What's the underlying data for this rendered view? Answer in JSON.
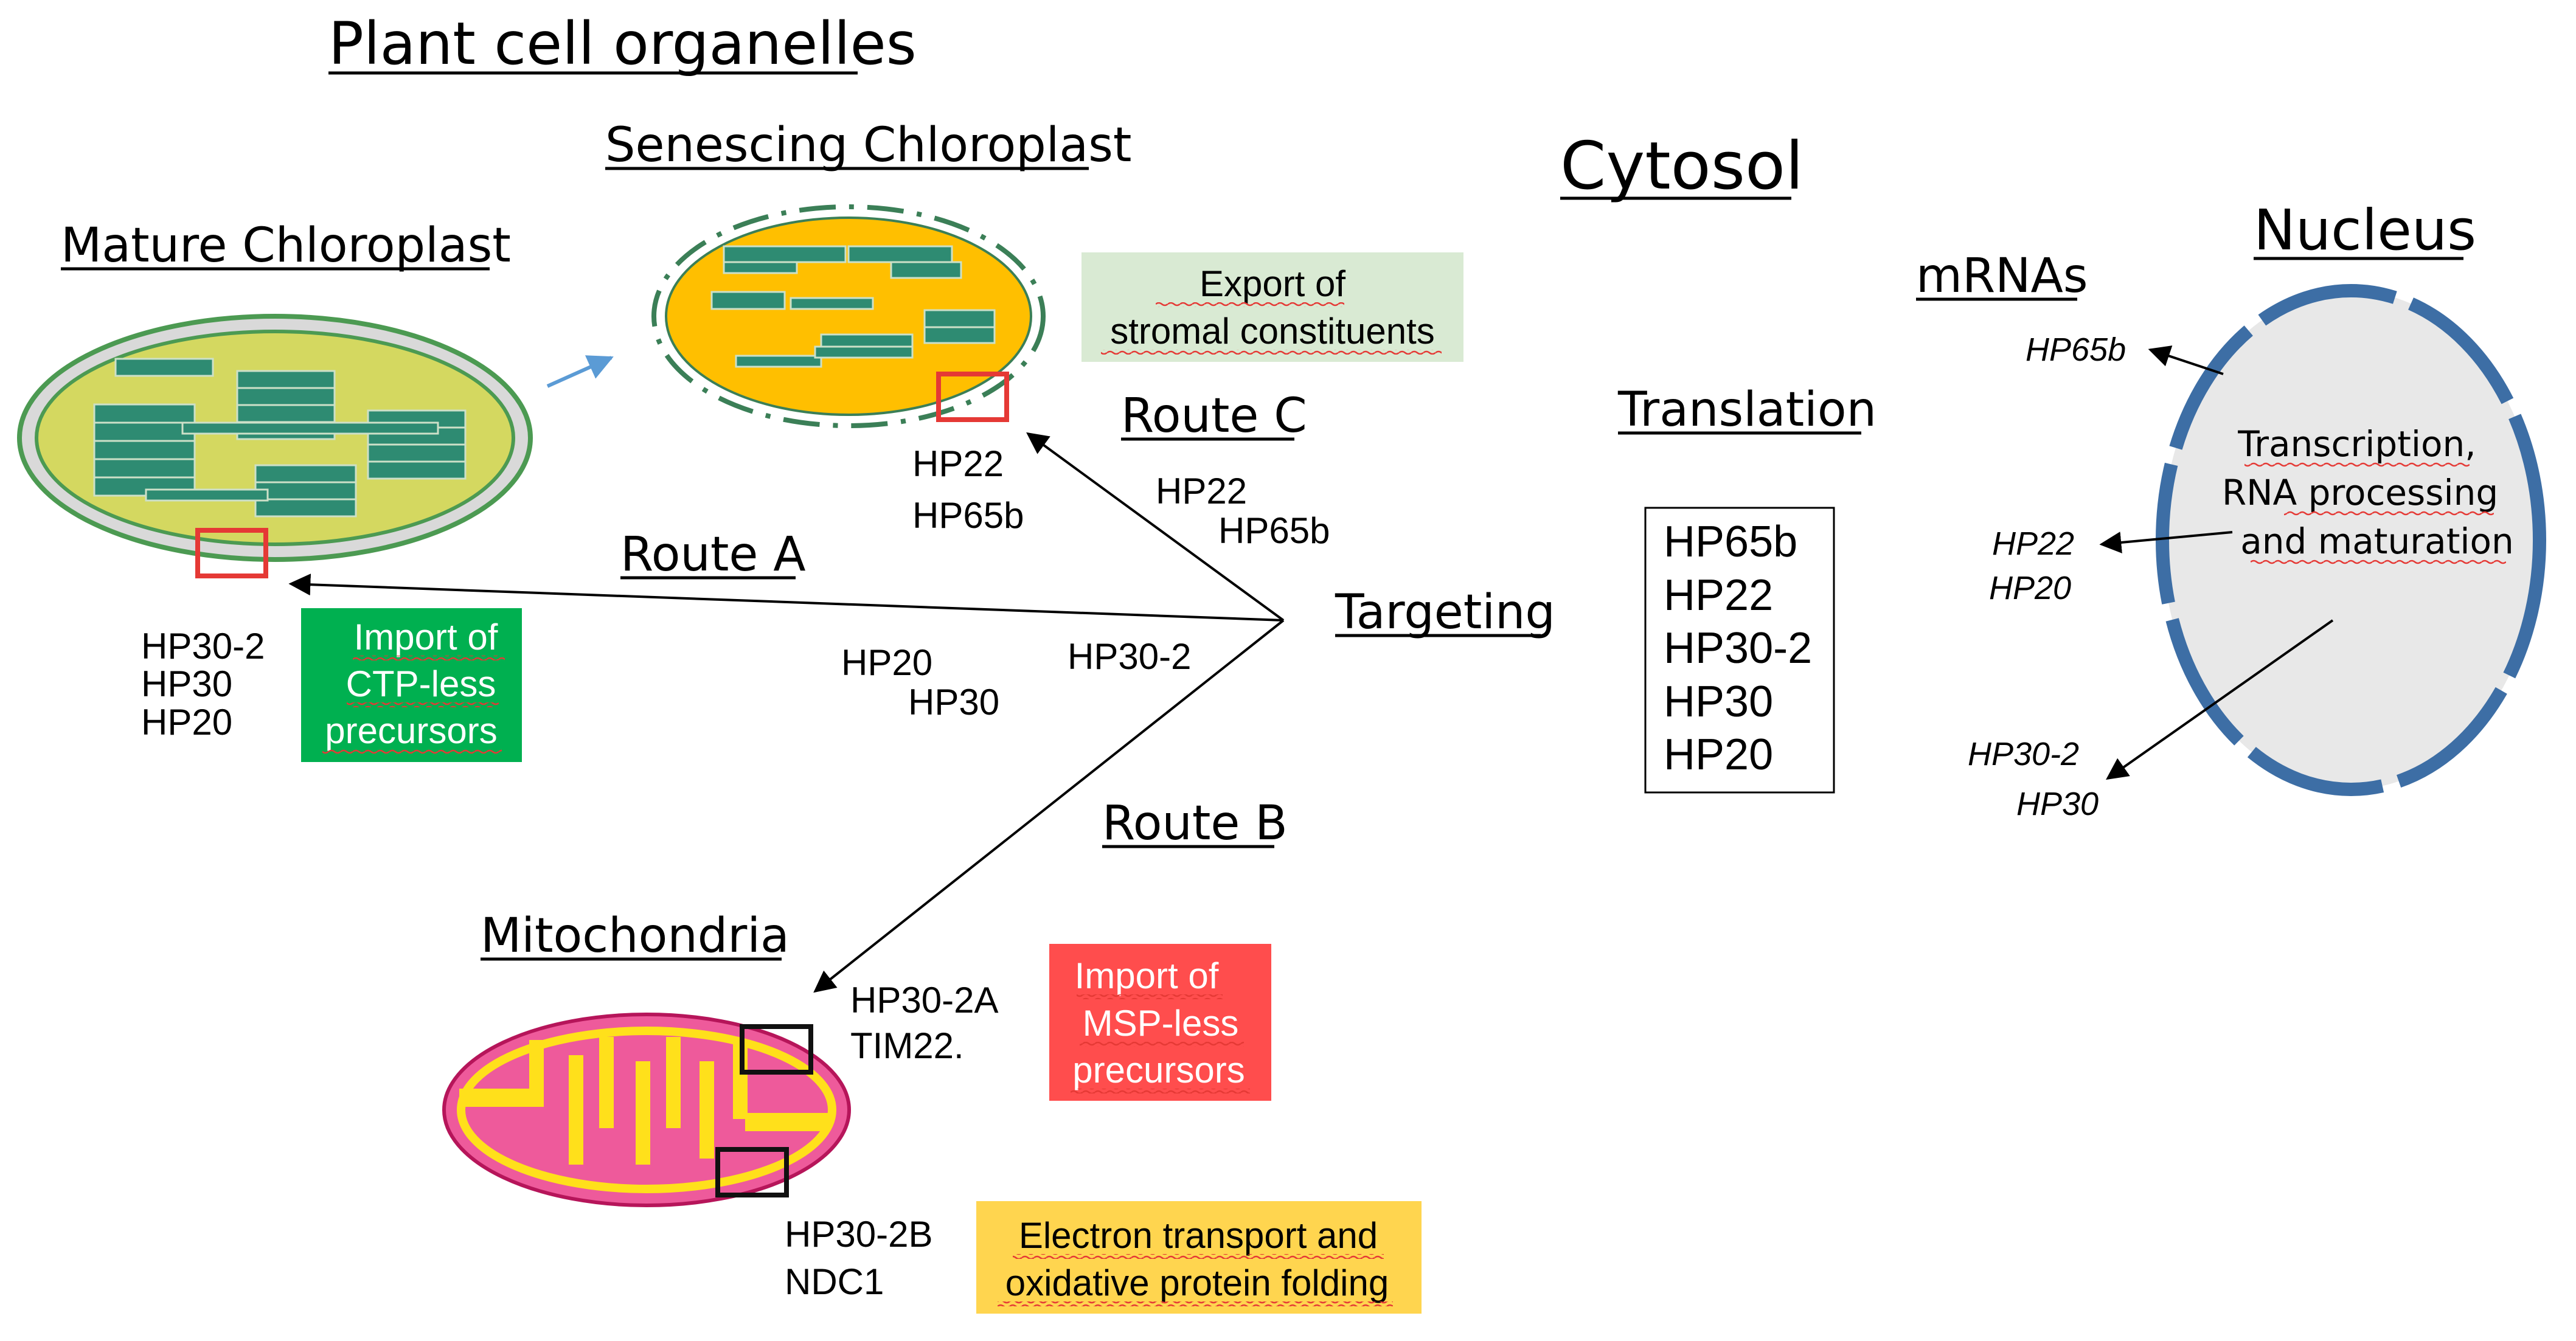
{
  "title": "Plant cell organelles",
  "headings": {
    "senescing_chloroplast": "Senescing Chloroplast",
    "mature_chloroplast": "Mature Chloroplast",
    "cytosol": "Cytosol",
    "nucleus": "Nucleus",
    "mrnas": "mRNAs",
    "translation": "Translation",
    "targeting": "Targeting",
    "mitochondria": "Mitochondria",
    "route_a": "Route A",
    "route_b": "Route B",
    "route_c": "Route C"
  },
  "boxes": {
    "export": [
      "Export of",
      "stromal constituents"
    ],
    "import_ctp": [
      "Import of",
      "CTP-less",
      "precursors"
    ],
    "import_msp": [
      "Import of",
      "MSP-less",
      "precursors"
    ],
    "electron": [
      "Electron transport and",
      "oxidative protein folding"
    ]
  },
  "protein_labels": {
    "senescing_chl": [
      "HP22",
      "HP65b"
    ],
    "route_c": [
      "HP22",
      "HP65b"
    ],
    "mature_chl": [
      "HP30-2",
      "HP30",
      "HP20"
    ],
    "route_a_left": [
      "HP20",
      "HP30"
    ],
    "route_a_right": "HP30-2",
    "mito_top": [
      "HP30-2A",
      "TIM22."
    ],
    "mito_bottom": [
      "HP30-2B",
      "NDC1"
    ],
    "translation_list": [
      "HP65b",
      "HP22",
      "HP30-2",
      "HP30",
      "HP20"
    ],
    "nucleus_out_top": "HP65b",
    "nucleus_out_mid": [
      "HP22",
      "HP20"
    ],
    "nucleus_out_bot": [
      "HP30-2",
      "HP30"
    ]
  },
  "nucleus_text": [
    "Transcription,",
    "RNA processing",
    "and maturation"
  ],
  "colors": {
    "export_box": "#d9ead3",
    "import_ctp_box": "#00b050",
    "import_msp_box": "#ff4d4d",
    "electron_box": "#ffd54f",
    "mature_chl_fill": "#d4d860",
    "mature_chl_outline": "#4c9a52",
    "thylakoid": "#2e8b72",
    "senescing_fill": "#ffbf00",
    "mito_fill": "#ee5a9b",
    "mito_cristae": "#ffe01b",
    "nucleus_fill": "#e8e8e8",
    "nucleus_envelope": "#3d6ea5",
    "import_site_chl": "#e53935"
  }
}
